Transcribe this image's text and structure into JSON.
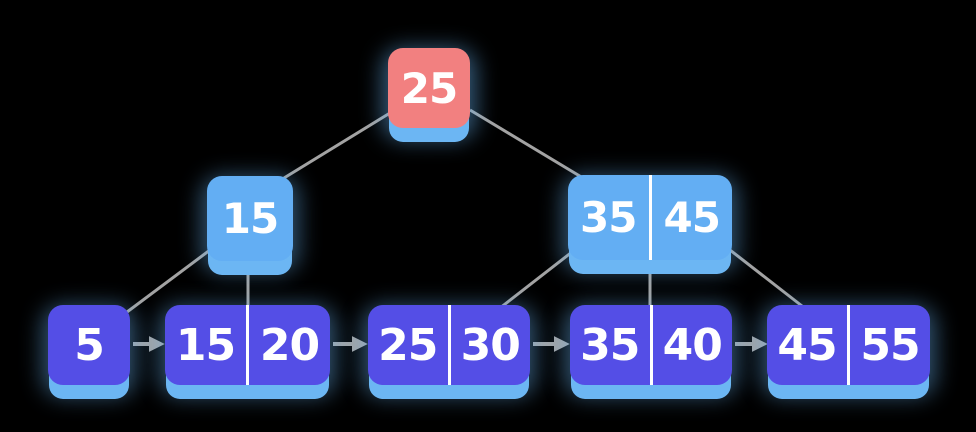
{
  "diagram": {
    "kind": "b-plus-tree",
    "background": "#000000",
    "colors": {
      "root_fill": "#F28080",
      "internal_fill": "#63AEF3",
      "leaf_fill": "#544EE6",
      "plate_shadow": "#6CB6F3",
      "connector": "#A3A3A3",
      "divider": "#FFFFFF",
      "text": "#FFFFFF"
    },
    "root": {
      "keys": [
        "25"
      ]
    },
    "internal_nodes": [
      {
        "keys": [
          "15"
        ]
      },
      {
        "keys": [
          "35",
          "45"
        ]
      }
    ],
    "leaf_nodes": [
      {
        "keys": [
          "5"
        ]
      },
      {
        "keys": [
          "15",
          "20"
        ]
      },
      {
        "keys": [
          "25",
          "30"
        ]
      },
      {
        "keys": [
          "35",
          "40"
        ]
      },
      {
        "keys": [
          "45",
          "55"
        ]
      }
    ],
    "edges": [
      {
        "from": "root[25]",
        "to": "internal[15]"
      },
      {
        "from": "root[25]",
        "to": "internal[35,45]"
      },
      {
        "from": "internal[15]",
        "to": "leaf[5]"
      },
      {
        "from": "internal[15]",
        "to": "leaf[15,20]"
      },
      {
        "from": "internal[35,45]",
        "to": "leaf[25,30]"
      },
      {
        "from": "internal[35,45]",
        "to": "leaf[35,40]"
      },
      {
        "from": "internal[35,45]",
        "to": "leaf[45,55]"
      }
    ],
    "leaf_links": [
      {
        "from": "leaf[5]",
        "to": "leaf[15,20]"
      },
      {
        "from": "leaf[15,20]",
        "to": "leaf[25,30]"
      },
      {
        "from": "leaf[25,30]",
        "to": "leaf[35,40]"
      },
      {
        "from": "leaf[35,40]",
        "to": "leaf[45,55]"
      }
    ]
  }
}
